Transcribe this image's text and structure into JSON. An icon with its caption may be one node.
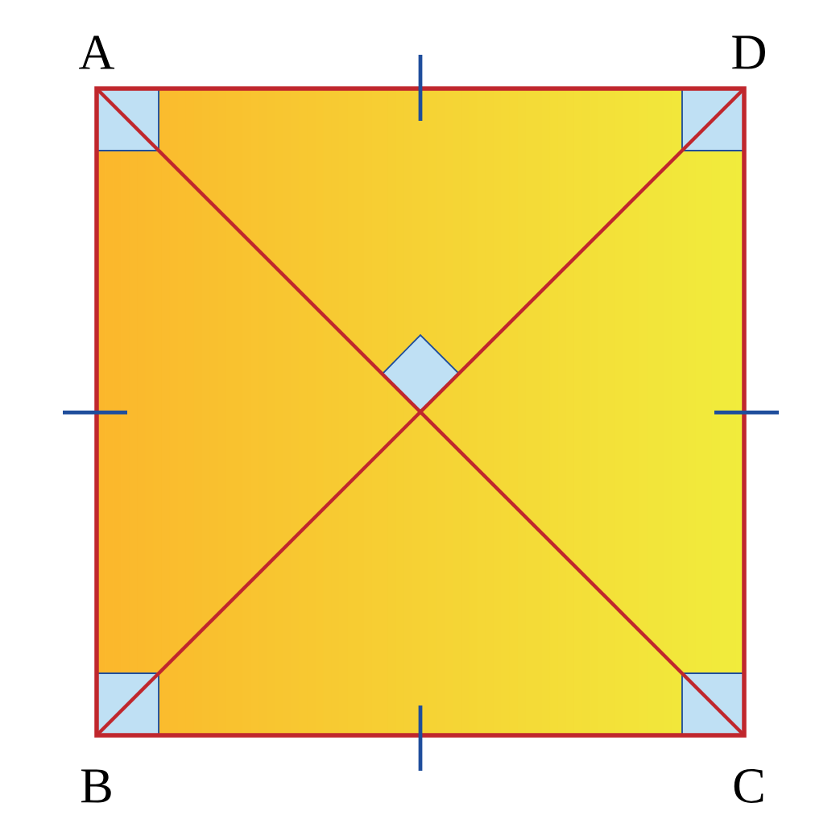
{
  "diagram": {
    "labels": [
      "A",
      "D",
      "B",
      "C"
    ]
  }
}
